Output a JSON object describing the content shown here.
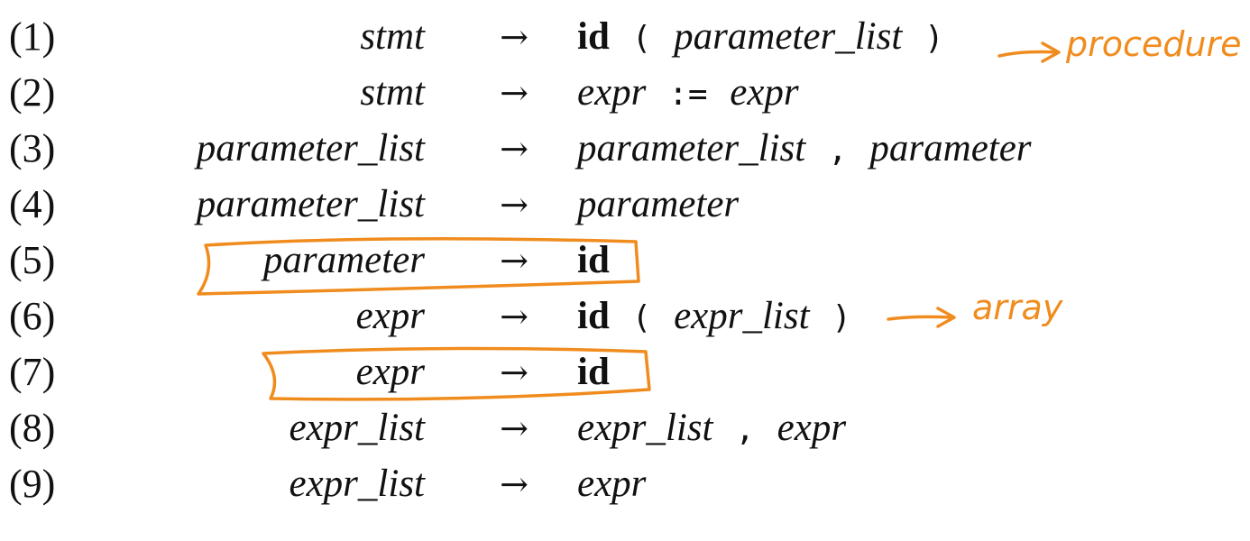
{
  "accent_color": "#f08c1e",
  "rules": [
    {
      "number": "(1)",
      "lhs": "stmt",
      "arrow": "→",
      "rhs": [
        {
          "text": "id",
          "kind": "term"
        },
        {
          "text": "(",
          "kind": "sym"
        },
        {
          "text": "parameter_list",
          "kind": "nt"
        },
        {
          "text": ")",
          "kind": "sym"
        }
      ]
    },
    {
      "number": "(2)",
      "lhs": "stmt",
      "arrow": "→",
      "rhs": [
        {
          "text": "expr",
          "kind": "nt"
        },
        {
          "text": ":=",
          "kind": "sym"
        },
        {
          "text": "expr",
          "kind": "nt"
        }
      ]
    },
    {
      "number": "(3)",
      "lhs": "parameter_list",
      "arrow": "→",
      "rhs": [
        {
          "text": "parameter_list",
          "kind": "nt"
        },
        {
          "text": ",",
          "kind": "sym"
        },
        {
          "text": "parameter",
          "kind": "nt"
        }
      ]
    },
    {
      "number": "(4)",
      "lhs": "parameter_list",
      "arrow": "→",
      "rhs": [
        {
          "text": "parameter",
          "kind": "nt"
        }
      ]
    },
    {
      "number": "(5)",
      "lhs": "parameter",
      "arrow": "→",
      "rhs": [
        {
          "text": "id",
          "kind": "term"
        }
      ]
    },
    {
      "number": "(6)",
      "lhs": "expr",
      "arrow": "→",
      "rhs": [
        {
          "text": "id",
          "kind": "term"
        },
        {
          "text": "(",
          "kind": "sym"
        },
        {
          "text": "expr_list",
          "kind": "nt"
        },
        {
          "text": ")",
          "kind": "sym"
        }
      ]
    },
    {
      "number": "(7)",
      "lhs": "expr",
      "arrow": "→",
      "rhs": [
        {
          "text": "id",
          "kind": "term"
        }
      ]
    },
    {
      "number": "(8)",
      "lhs": "expr_list",
      "arrow": "→",
      "rhs": [
        {
          "text": "expr_list",
          "kind": "nt"
        },
        {
          "text": ",",
          "kind": "sym"
        },
        {
          "text": "expr",
          "kind": "nt"
        }
      ]
    },
    {
      "number": "(9)",
      "lhs": "expr_list",
      "arrow": "→",
      "rhs": [
        {
          "text": "expr",
          "kind": "nt"
        }
      ]
    }
  ],
  "annotations": {
    "procedure_note": "procedure",
    "array_note": "array"
  }
}
